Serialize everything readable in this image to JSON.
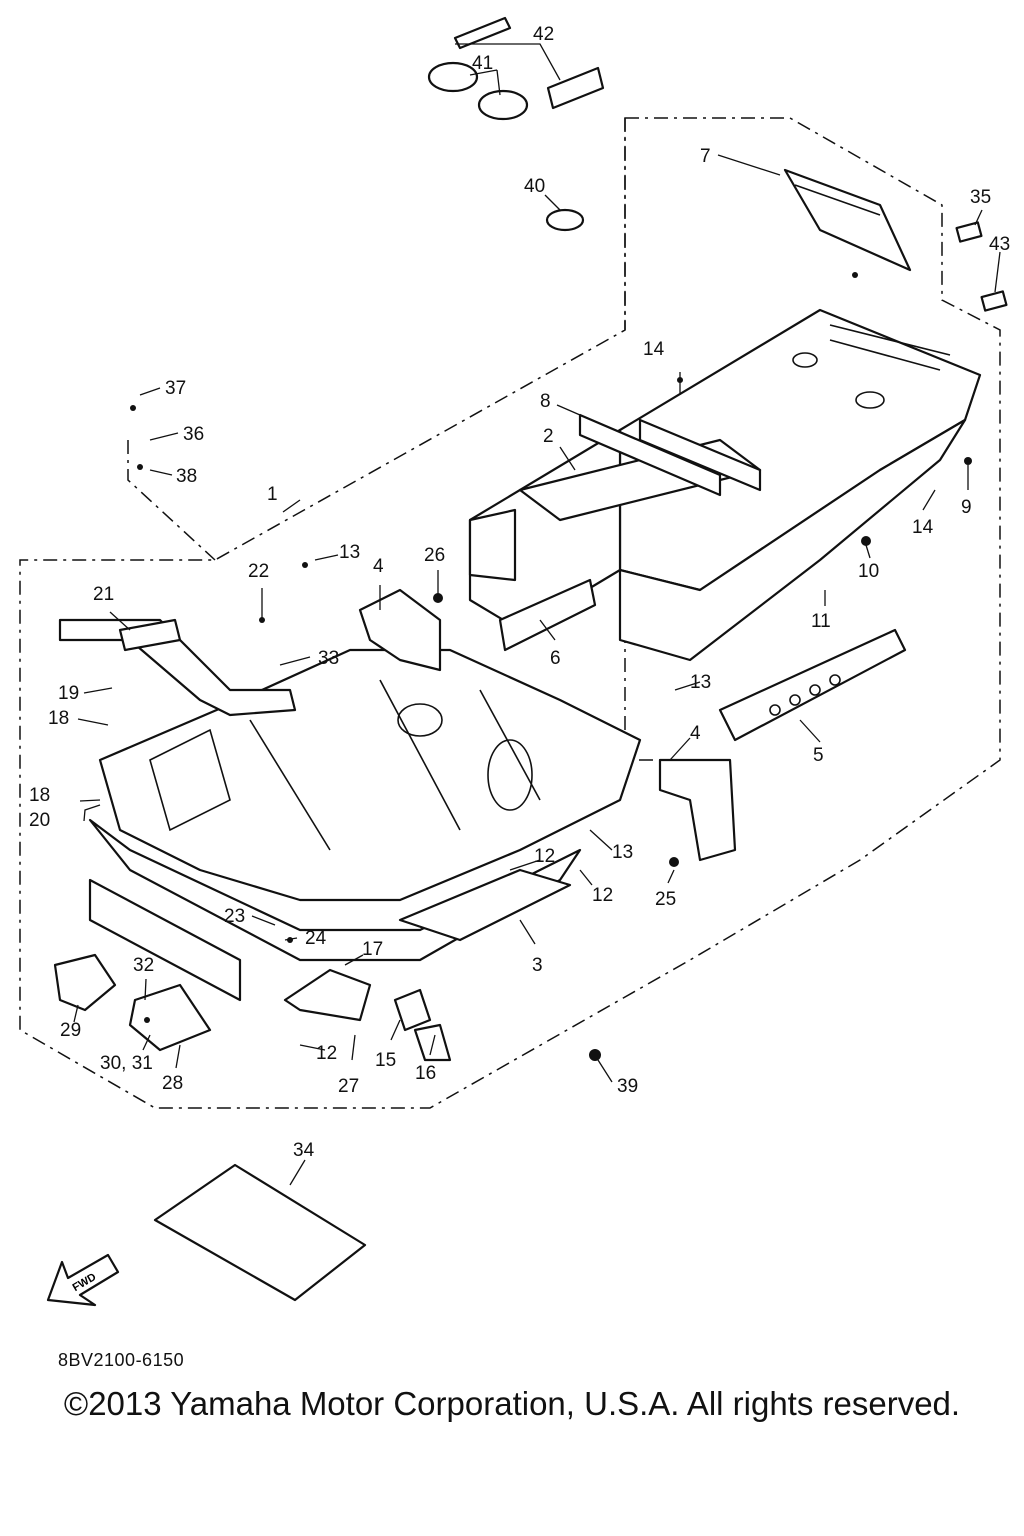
{
  "callouts": [
    "1",
    "2",
    "3",
    "4",
    "5",
    "6",
    "7",
    "8",
    "9",
    "10",
    "11",
    "12",
    "13",
    "14",
    "15",
    "16",
    "17",
    "18",
    "19",
    "20",
    "21",
    "22",
    "23",
    "24",
    "25",
    "26",
    "27",
    "28",
    "29",
    "30, 31",
    "32",
    "33",
    "34",
    "35",
    "36",
    "37",
    "38",
    "39",
    "40",
    "41",
    "42",
    "43",
    "4",
    "12",
    "12",
    "12",
    "13",
    "13",
    "13",
    "14",
    "18"
  ],
  "fwd_label": "FWD",
  "drawing_code": "8BV2100-6150",
  "copyright": "©2013 Yamaha Motor Corporation, U.S.A. All rights reserved."
}
